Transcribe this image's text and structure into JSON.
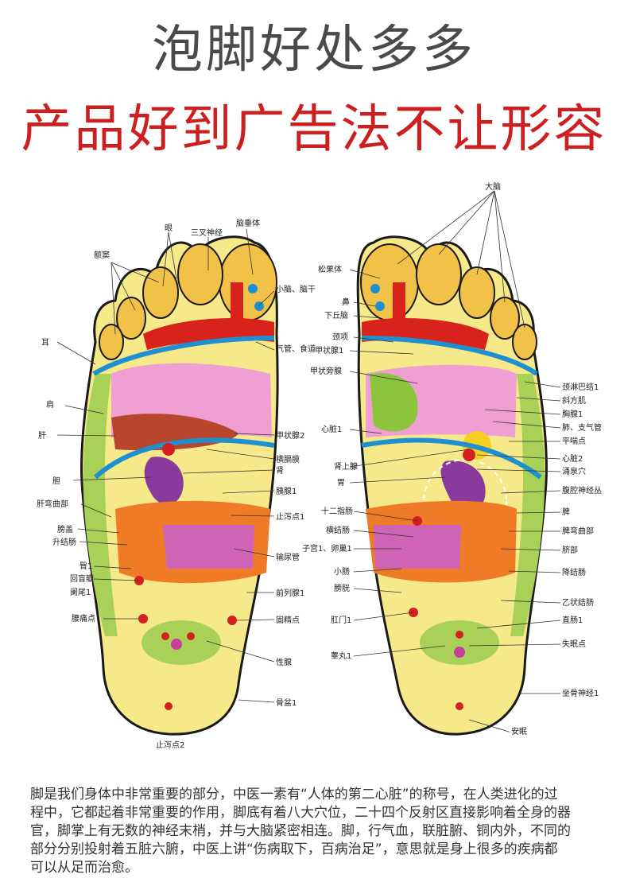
{
  "title_primary": "泡脚好处多多",
  "title_secondary": "产品好到广告法不让形容",
  "left_labels": {
    "eyes": "眼",
    "trigeminal": "三叉神经",
    "pituitary": "脑垂体",
    "sinus": "额窦",
    "cerebellum": "小脑、脑干",
    "ear": "耳",
    "trachea": "气管、食道",
    "shoulder": "肩",
    "liver": "肝",
    "parathyroid2": "甲状腺2",
    "diaphragm": "横膈膜",
    "kidney": "肾",
    "gallbladder": "胆",
    "pancreas": "胰腺1",
    "liver_flexure": "肝弯曲部",
    "diarrhea": "止泻点1",
    "cecum": "膀盖",
    "ascending": "升结肠",
    "ureter": "输尿管",
    "hip": "臀1",
    "ileocecal": "回盲瓣",
    "appendix": "阑尾1",
    "prostate": "前列腺1",
    "lumbago": "腰痛点",
    "sperm": "固精点",
    "gonad": "性腺",
    "pelvis": "骨盆1",
    "diarrhea2": "止泻点2"
  },
  "right_labels": {
    "brain": "大脑",
    "pineal": "松果体",
    "nose": "鼻",
    "hypothalamus": "下丘脑",
    "neck": "颈项",
    "thyroid": "甲状腺1",
    "parathyroid": "甲状旁腺",
    "heart1": "心脏1",
    "adrenal": "肾上腺",
    "stomach": "胃",
    "duodenum": "十二指肠",
    "transverse": "横结肠",
    "uterus": "子宫1、卵巢1",
    "small_int": "小肠",
    "bladder": "膀胱",
    "anus": "肛门1",
    "testis": "睾丸1",
    "lymph": "颈淋巴结1",
    "trapezius": "斜方肌",
    "chest": "胸腺1",
    "lung": "肺、支气管",
    "asthma": "平喘点",
    "heart2": "心脏2",
    "yongquan": "涌泉穴",
    "celiac": "腹腔神经丛",
    "spleen": "脾",
    "spleen_flexure": "脾弯曲部",
    "navel": "脐部",
    "descending": "降结肠",
    "sigmoid": "乙状结肠",
    "rectum": "直肠1",
    "insomnia": "失眠点",
    "sciatic": "坐骨神经1",
    "sleep": "安眠"
  },
  "paragraph_lines": [
    "脚是我们身体中非常重要的部分，中医一素有“人体的第二心脏”的称号，在人类进化的过",
    "程中，它都起着非常重要的作用，脚底有着八大穴位，二十四个反射区直接影响着全身的器",
    "官，脚掌上有无数的神经末梢，并与大脑紧密相连。脚，行气血，联脏腑、铜内外，不同的",
    "部分分别投射着五脏六腑，中医上讲“伤病取下，百病治足”，意思就是身上很多的疾病都",
    "可以从足而治愈。"
  ],
  "colors": {
    "title_primary": "#4a4a4a",
    "title_secondary": "#cc1f1f",
    "foot_outline": "#1a1a1a",
    "marker": "#d42020"
  }
}
